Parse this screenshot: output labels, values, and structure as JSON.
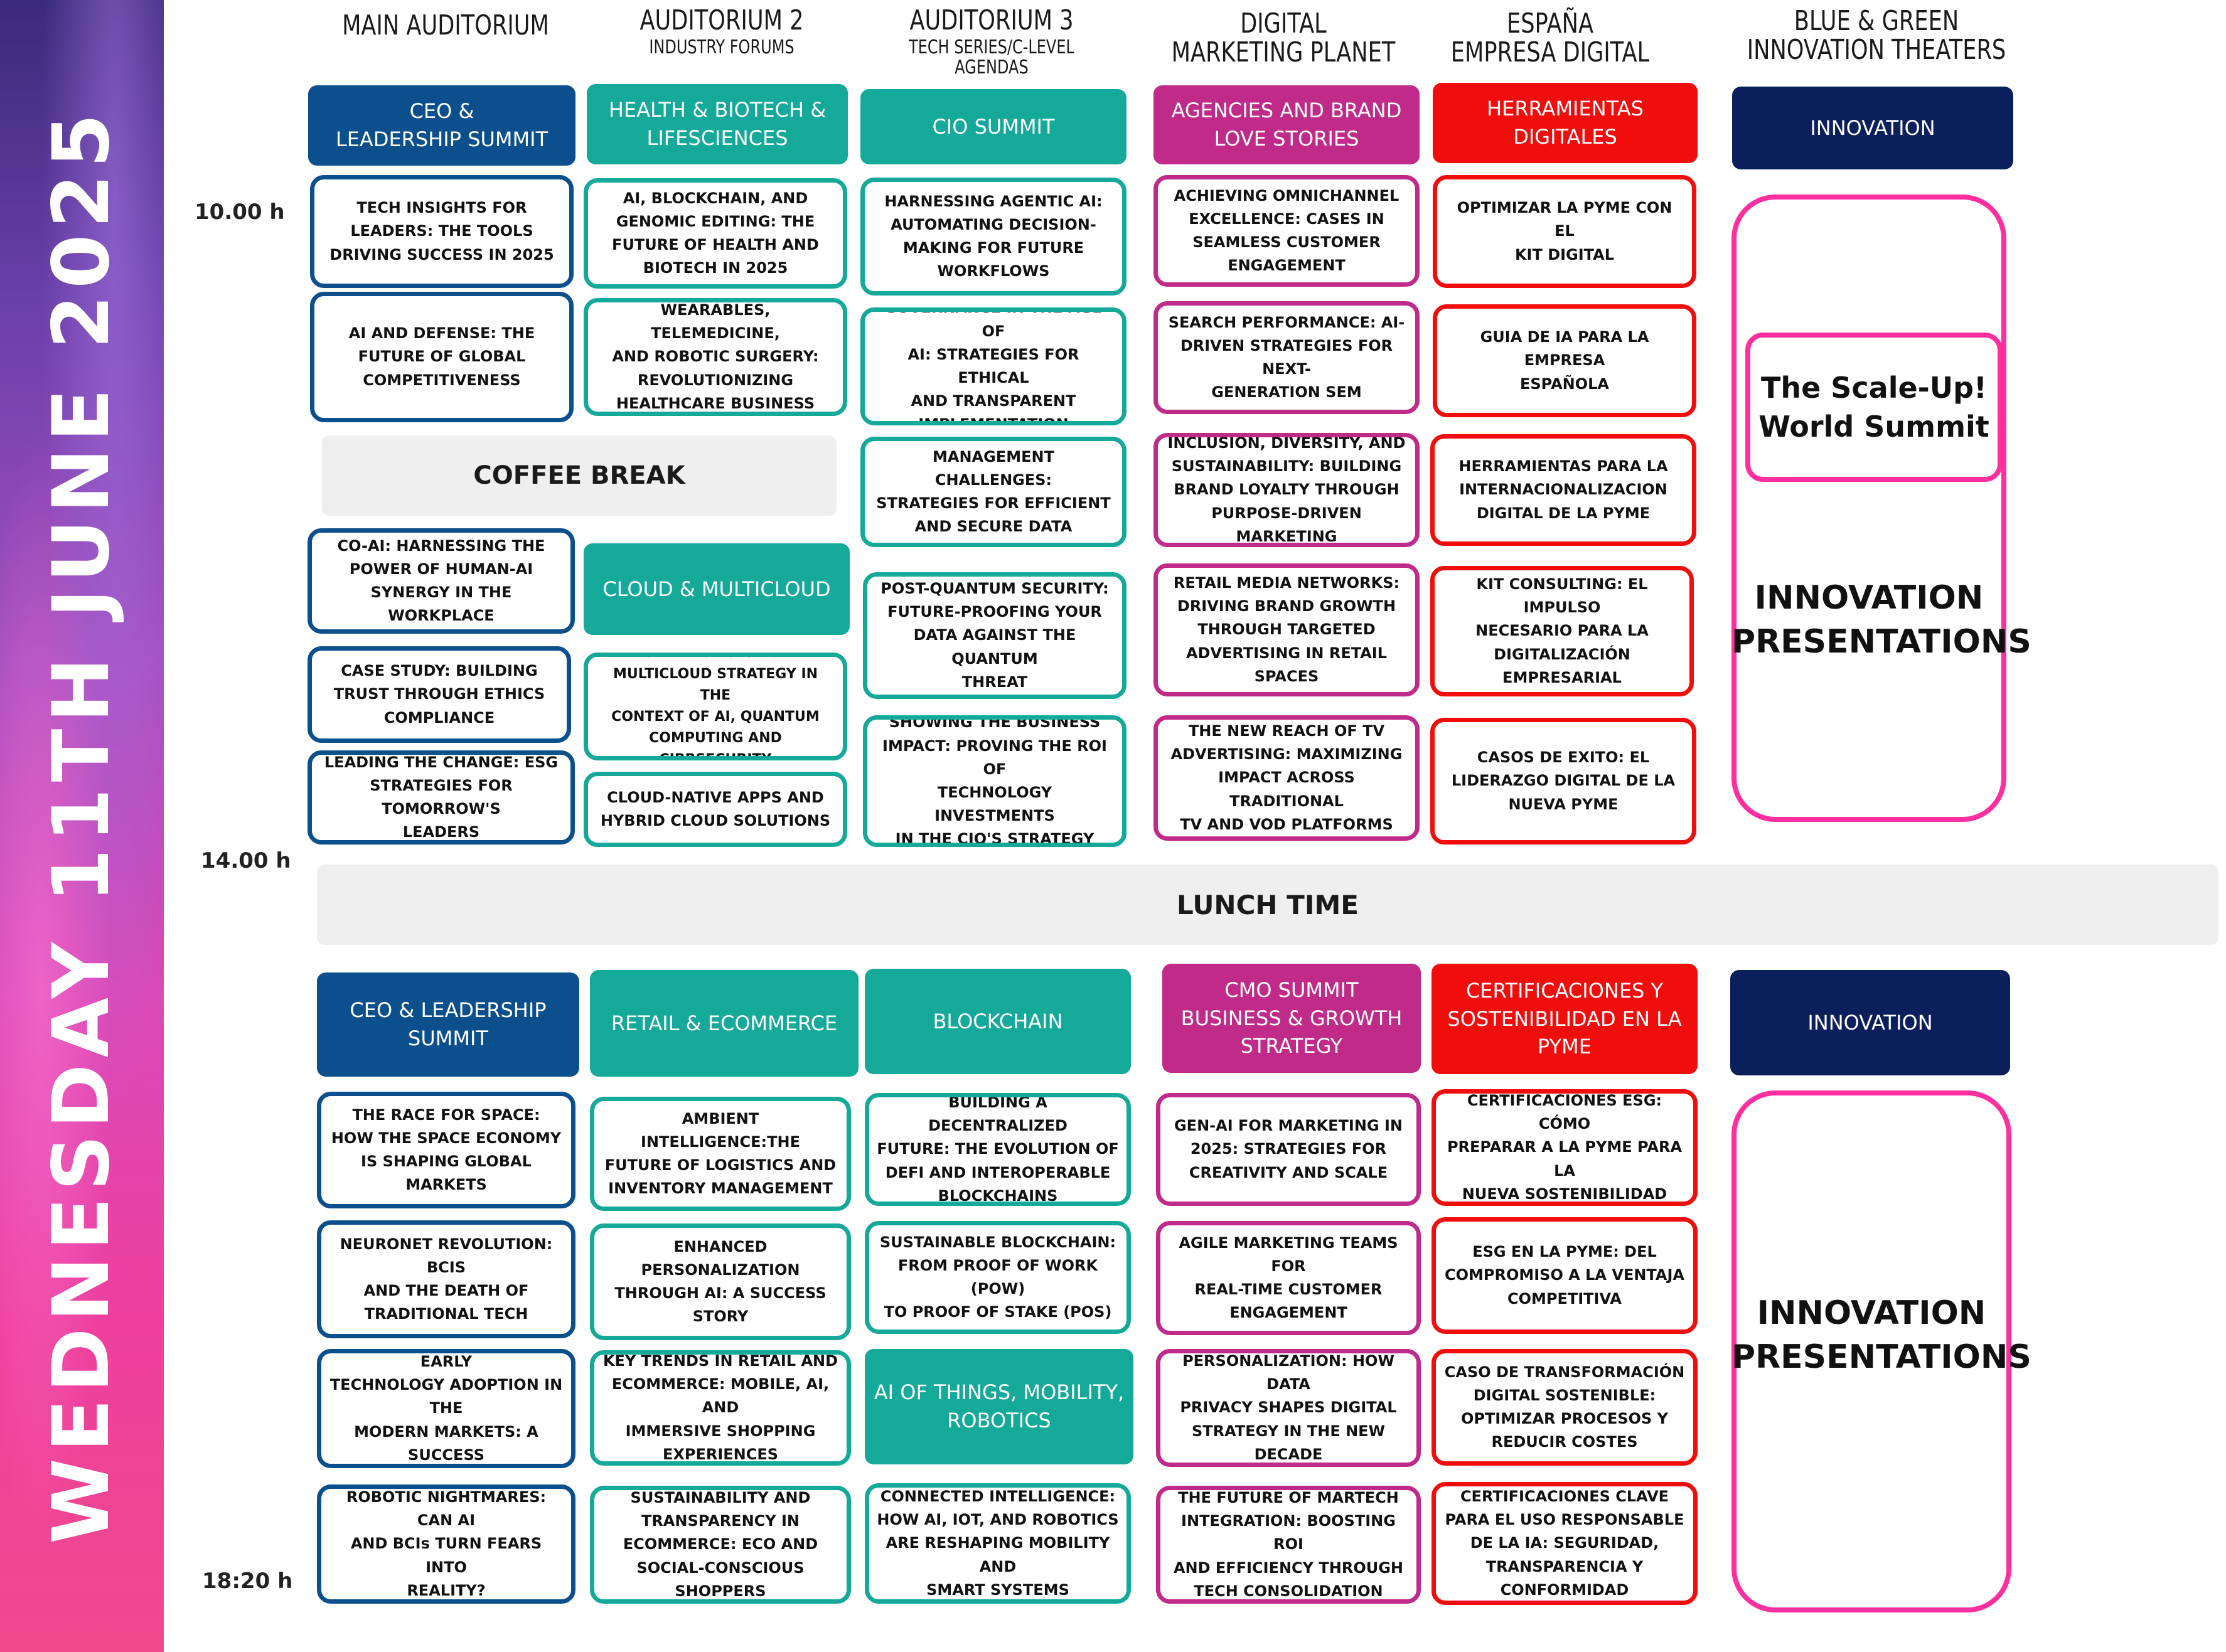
{
  "day_label": "WEDNESDAY 11TH JUNE 2025",
  "colors": {
    "navy": "#0b4f8c",
    "teal": "#15a99a",
    "magenta": "#c02a88",
    "red": "#f20d0d",
    "dark_navy": "#0a1f5c",
    "pink_outline": "#ff2fa0",
    "break_gray": "#efefef"
  },
  "times": {
    "start": "10.00 h",
    "mid": "14.00 h",
    "end": "18:20 h"
  },
  "venues": [
    {
      "name": "MAIN AUDITORIUM",
      "sub": ""
    },
    {
      "name": "AUDITORIUM 2",
      "sub": "INDUSTRY FORUMS"
    },
    {
      "name": "AUDITORIUM 3",
      "sub": "TECH SERIES/C-LEVEL AGENDAS"
    },
    {
      "name": "DIGITAL\nMARKETING PLANET",
      "sub": ""
    },
    {
      "name": "ESPAÑA\nEMPRESA DIGITAL",
      "sub": ""
    },
    {
      "name": "BLUE & GREEN\nINNOVATION THEATERS",
      "sub": ""
    }
  ],
  "morning": {
    "headers": [
      "CEO &\nLEADERSHIP SUMMIT",
      "HEALTH & BIOTECH &\nLIFESCIENCES",
      "CIO SUMMIT",
      "AGENCIES AND BRAND\nLOVE STORIES",
      "HERRAMIENTAS\nDIGITALES",
      "INNOVATION"
    ],
    "main_auditorium": [
      "TECH INSIGHTS FOR\nLEADERS: THE TOOLS\nDRIVING SUCCESS IN 2025",
      "AI AND DEFENSE: THE\nFUTURE OF GLOBAL\nCOMPETITIVENESS",
      "CO-AI: HARNESSING THE\nPOWER OF HUMAN-AI\nSYNERGY IN THE WORKPLACE",
      "CASE STUDY: BUILDING\nTRUST THROUGH ETHICS\nCOMPLIANCE",
      "LEADING THE CHANGE: ESG\nSTRATEGIES FOR TOMORROW'S\nLEADERS"
    ],
    "auditorium_2": [
      "AI, BLOCKCHAIN, AND\nGENOMIC EDITING: THE\nFUTURE OF HEALTH AND\nBIOTECH  IN 2025",
      "WEARABLES, TELEMEDICINE,\nAND ROBOTIC SURGERY:\nREVOLUTIONIZING\nHEALTHCARE BUSINESS",
      "BEST PRACTICES FOR A\nMULTICLOUD STRATEGY IN THE\nCONTEXT OF AI, QUANTUM\nCOMPUTING AND CIBRSECURITY",
      "CLOUD-NATIVE APPS AND\nHYBRID CLOUD SOLUTIONS"
    ],
    "auditorium_2_subheader": "CLOUD & MULTICLOUD",
    "auditorium_3": [
      "HARNESSING AGENTIC AI:\nAUTOMATING DECISION-\nMAKING FOR FUTURE\nWORKFLOWS",
      "GOVERNANCE IN THE AGE OF\nAI: STRATEGIES FOR ETHICAL\nAND TRANSPARENT\nIMPLEMENTATION",
      "NAVIGATING DATA\nMANAGEMENT CHALLENGES:\nSTRATEGIES FOR EFFICIENT\nAND SECURE DATA\nGOVERNANCE",
      "POST-QUANTUM SECURITY:\nFUTURE-PROOFING YOUR\nDATA AGAINST THE QUANTUM\nTHREAT",
      "SHOWING THE BUSINESS\nIMPACT: PROVING THE ROI OF\nTECHNOLOGY INVESTMENTS\nIN THE CIO'S STRATEGY"
    ],
    "marketing": [
      "ACHIEVING OMNICHANNEL\nEXCELLENCE: CASES IN\nSEAMLESS CUSTOMER\nENGAGEMENT",
      "SEARCH PERFORMANCE: AI-\nDRIVEN STRATEGIES FOR NEXT-\nGENERATION SEM",
      "INCLUSION, DIVERSITY, AND\nSUSTAINABILITY: BUILDING\nBRAND LOYALTY THROUGH\nPURPOSE-DRIVEN MARKETING",
      "RETAIL MEDIA NETWORKS:\nDRIVING BRAND GROWTH\nTHROUGH TARGETED\nADVERTISING IN RETAIL\nSPACES",
      "THE NEW REACH OF TV\nADVERTISING: MAXIMIZING\nIMPACT ACROSS TRADITIONAL\nTV AND VOD PLATFORMS"
    ],
    "espana": [
      "OPTIMIZAR LA PYME CON EL\nKIT DIGITAL",
      "GUIA DE IA PARA LA EMPRESA\nESPAÑOLA",
      "HERRAMIENTAS PARA LA\nINTERNACIONALIZACION\nDIGITAL DE LA PYME",
      "KIT CONSULTING: EL IMPULSO\nNECESARIO PARA LA\nDIGITALIZACIÓN EMPRESARIAL",
      "CASOS DE EXITO: EL\nLIDERAZGO DIGITAL DE LA\nNUEVA PYME"
    ],
    "coffee_break": "COFFEE BREAK",
    "scale_up": "The Scale-Up!\nWorld Summit",
    "innovation_presentations": "INNOVATION\nPRESENTATIONS"
  },
  "lunch": "LUNCH TIME",
  "afternoon": {
    "headers": [
      "CEO & LEADERSHIP\nSUMMIT",
      "RETAIL & ECOMMERCE",
      "BLOCKCHAIN",
      "CMO SUMMIT\nBUSINESS & GROWTH\nSTRATEGY",
      "CERTIFICACIONES Y\nSOSTENIBILIDAD EN LA PYME",
      "INNOVATION"
    ],
    "main_auditorium": [
      "THE RACE FOR SPACE:\nHOW THE SPACE ECONOMY\nIS SHAPING GLOBAL\nMARKETS",
      "NEURONET REVOLUTION: BCIS\nAND THE DEATH OF\nTRADITIONAL TECH",
      "CEOs  GUIDE TO FACE THE EARLY\nTECHNOLOGY ADOPTION IN THE\nMODERN MARKETS: A SUCCESS\nSTORY",
      "ROBOTIC NIGHTMARES: CAN AI\nAND BCIs TURN FEARS INTO\nREALITY?"
    ],
    "auditorium_2": [
      "AMBIENT INTELLIGENCE:THE\nFUTURE OF LOGISTICS AND\nINVENTORY MANAGEMENT",
      "ENHANCED PERSONALIZATION\nTHROUGH AI: A SUCCESS\nSTORY",
      "KEY TRENDS IN RETAIL AND\nECOMMERCE: MOBILE, AI, AND\nIMMERSIVE SHOPPING\nEXPERIENCES",
      "SUSTAINABILITY AND\nTRANSPARENCY IN\nECOMMERCE: ECO AND\nSOCIAL-CONSCIOUS\nSHOPPERS"
    ],
    "auditorium_3": [
      "BUILDING A DECENTRALIZED\nFUTURE: THE EVOLUTION OF\nDEFI AND INTEROPERABLE\nBLOCKCHAINS",
      "SUSTAINABLE BLOCKCHAIN:\nFROM PROOF OF WORK (POW)\nTO PROOF OF STAKE (POS)",
      "CONNECTED INTELLIGENCE:\nHOW AI, IOT, AND ROBOTICS\nARE RESHAPING MOBILITY AND\nSMART SYSTEMS"
    ],
    "auditorium_3_subheader": "AI OF THINGS, MOBILITY,\nROBOTICS",
    "marketing": [
      "GEN-AI FOR MARKETING IN\n2025: STRATEGIES FOR\nCREATIVITY AND SCALE",
      "AGILE MARKETING TEAMS FOR\nREAL-TIME CUSTOMER\nENGAGEMENT",
      "PERSONALIZATION: HOW DATA\nPRIVACY SHAPES DIGITAL\nSTRATEGY IN THE NEW\nDECADE",
      "THE FUTURE OF MARTECH\nINTEGRATION: BOOSTING ROI\nAND EFFICIENCY THROUGH\nTECH CONSOLIDATION"
    ],
    "espana": [
      "CERTIFICACIONES ESG: CÓMO\nPREPARAR A LA PYME PARA LA\nNUEVA SOSTENIBILIDAD",
      "ESG EN LA PYME: DEL\nCOMPROMISO A LA VENTAJA\nCOMPETITIVA",
      "CASO DE TRANSFORMACIÓN\nDIGITAL SOSTENIBLE:\nOPTIMIZAR PROCESOS Y\nREDUCIR COSTES",
      "CERTIFICACIONES CLAVE\nPARA EL USO RESPONSABLE\nDE LA IA: SEGURIDAD,\nTRANSPARENCIA Y\nCONFORMIDAD"
    ],
    "innovation_presentations": "INNOVATION\nPRESENTATIONS"
  }
}
